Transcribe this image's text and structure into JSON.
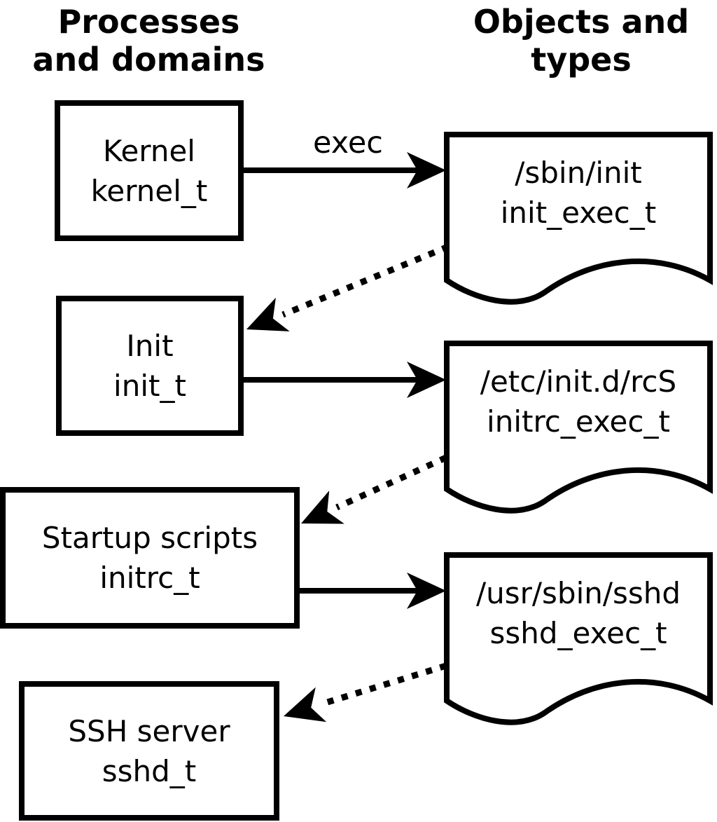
{
  "headers": {
    "left": {
      "line1": "Processes",
      "line2": "and domains"
    },
    "right": {
      "line1": "Objects and",
      "line2": "types"
    }
  },
  "process_boxes": [
    {
      "label": "Kernel",
      "type_label": "kernel_t"
    },
    {
      "label": "Init",
      "type_label": "init_t"
    },
    {
      "label": "Startup scripts",
      "type_label": "initrc_t"
    },
    {
      "label": "SSH server",
      "type_label": "sshd_t"
    }
  ],
  "object_docs": [
    {
      "path_label": "/sbin/init",
      "type_label": "init_exec_t"
    },
    {
      "path_label": "/etc/init.d/rcS",
      "type_label": "initrc_exec_t"
    },
    {
      "path_label": "/usr/sbin/sshd",
      "type_label": "sshd_exec_t"
    }
  ],
  "arrow_label": "exec",
  "edges": [
    {
      "from": "kernel_t",
      "to": "init_exec_t",
      "style": "solid",
      "label": "exec"
    },
    {
      "from": "init_exec_t",
      "to": "init_t",
      "style": "dotted",
      "label": ""
    },
    {
      "from": "init_t",
      "to": "initrc_exec_t",
      "style": "solid",
      "label": ""
    },
    {
      "from": "initrc_exec_t",
      "to": "initrc_t",
      "style": "dotted",
      "label": ""
    },
    {
      "from": "initrc_t",
      "to": "sshd_exec_t",
      "style": "solid",
      "label": ""
    },
    {
      "from": "sshd_exec_t",
      "to": "sshd_t",
      "style": "dotted",
      "label": ""
    }
  ],
  "colors": {
    "foreground": "#000000",
    "background": "#ffffff"
  }
}
